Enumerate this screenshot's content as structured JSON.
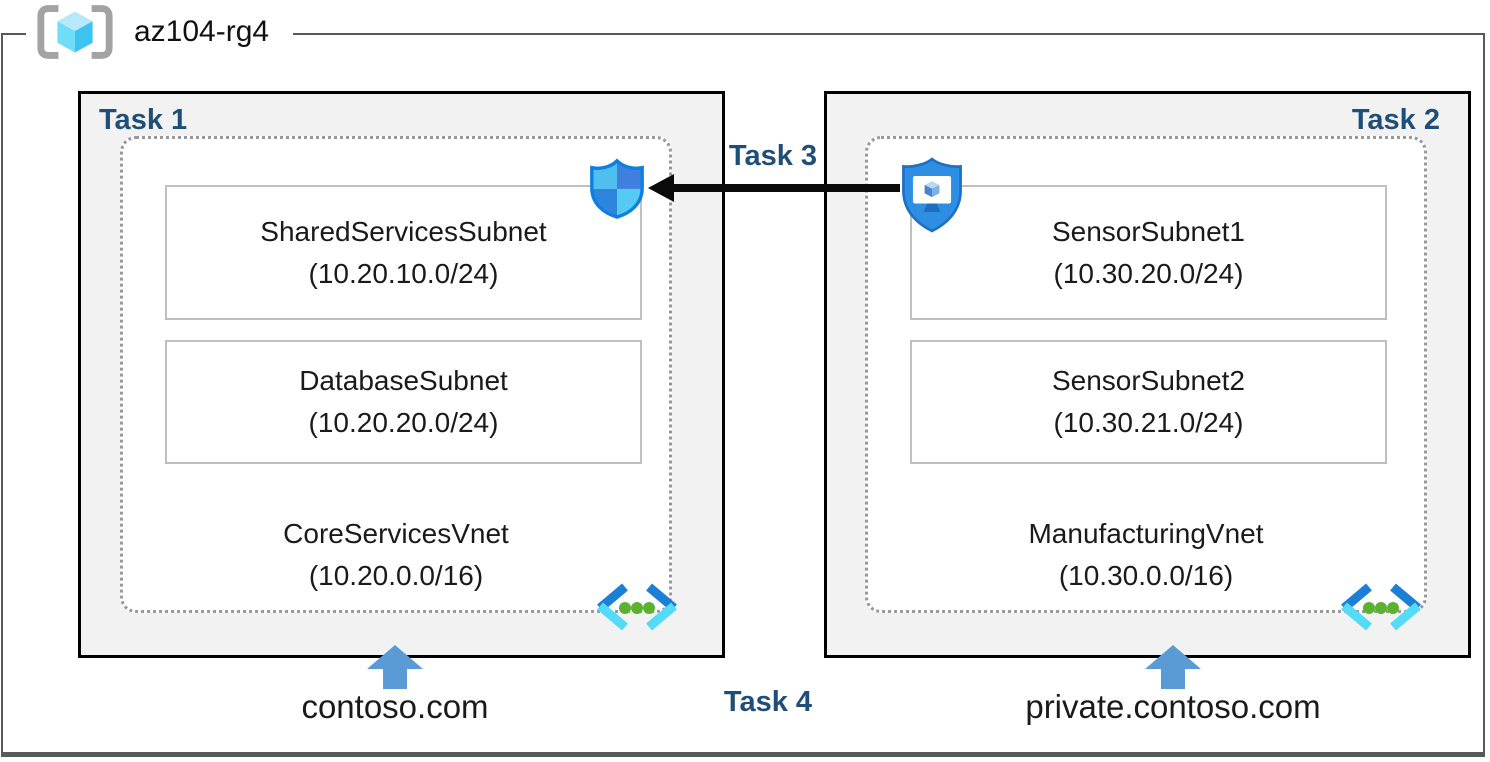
{
  "header": {
    "resource_group_name": "az104-rg4"
  },
  "task_labels": {
    "task1": "Task 1",
    "task2": "Task 2",
    "task3": "Task 3",
    "task4": "Task 4"
  },
  "vnets": {
    "left": {
      "name": "CoreServicesVnet",
      "cidr": "(10.20.0.0/16)",
      "subnets": [
        {
          "name": "SharedServicesSubnet",
          "cidr": "(10.20.10.0/24)"
        },
        {
          "name": "DatabaseSubnet",
          "cidr": "(10.20.20.0/24)"
        }
      ],
      "dns_domain": "contoso.com"
    },
    "right": {
      "name": "ManufacturingVnet",
      "cidr": "(10.30.0.0/16)",
      "subnets": [
        {
          "name": "SensorSubnet1",
          "cidr": "(10.30.20.0/24)"
        },
        {
          "name": "SensorSubnet2",
          "cidr": "(10.30.21.0/24)"
        }
      ],
      "dns_domain": "private.contoso.com"
    }
  },
  "icons": {
    "resource_group": "resource-group-icon",
    "nsg": "network-security-group-icon",
    "bastion": "bastion-icon",
    "virtual_network": "virtual-network-icon",
    "peering_arrow": "black-left-arrow",
    "dns_arrow": "blue-up-arrow"
  },
  "colors": {
    "task_label": "#1F4E79",
    "box_fill": "#F2F2F2",
    "box_border": "#000000",
    "frame_border": "#595959",
    "dotted_border": "#999999",
    "subnet_border": "#BFBFBF",
    "arrow_black": "#0A0A0A",
    "arrow_blue": "#5B9BD5",
    "azure_blue": "#1B7FD6",
    "azure_cyan": "#53DBF7",
    "green_dot": "#5DB130",
    "nsg_border": "#0E7FE0",
    "bastion_fill": "#2E8EE4"
  }
}
